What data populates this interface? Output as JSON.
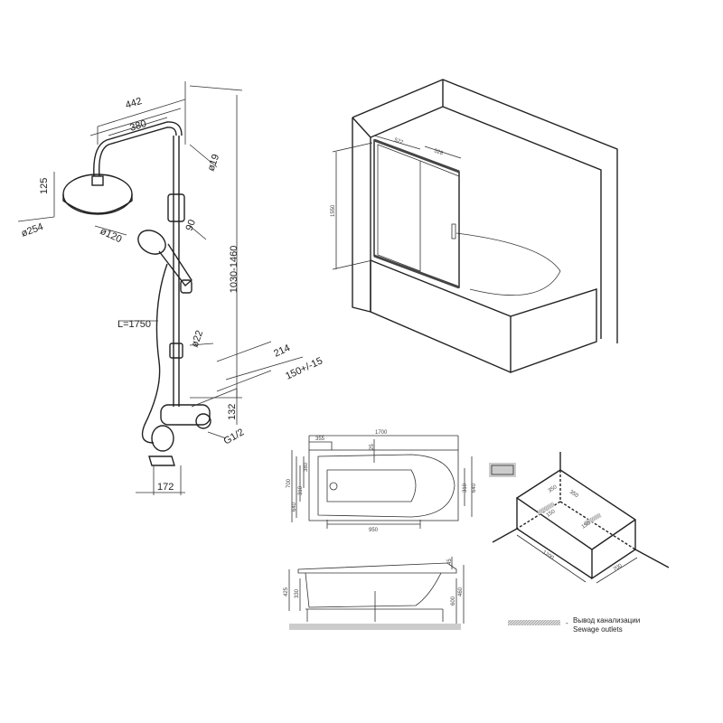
{
  "shower_system": {
    "dims": {
      "width_overall": "442",
      "arm_length": "380",
      "tube_diameter": "ø19",
      "head_height": "125",
      "head_diameter": "ø254",
      "hand_diameter": "ø120",
      "holder": "90",
      "height_range": "1030-1460",
      "hose_length": "L=1750",
      "rail_diameter": "ø22",
      "depth": "214",
      "centers": "150+/-15",
      "mixer_height": "132",
      "thread": "G1/2",
      "spout": "172"
    }
  },
  "bath_screen": {
    "dims": {
      "panel_fixed": "522",
      "panel_sliding": "528",
      "height": "1550"
    }
  },
  "bath_top_view": {
    "dims": {
      "length": "1700",
      "offset": "355",
      "rim": "25",
      "width": "700",
      "inner_width_left": "640",
      "left_a": "380",
      "left_b": "310",
      "right_a": "310",
      "right_b": "640",
      "bottom_length": "950"
    }
  },
  "bath_side_view": {
    "dims": {
      "height_total": "425",
      "inner_depth": "330",
      "leg_height": "600",
      "overall": "460",
      "rim_step": "45"
    }
  },
  "installation_box": {
    "dims": {
      "length": "1700",
      "width": "700",
      "outlet_a": "350",
      "outlet_b": "350",
      "outlet_c": "150",
      "outlet_d": "150"
    }
  },
  "legend": {
    "label_ru": "Вывод канализации",
    "label_en": "Sewage outlets",
    "separator": "-"
  }
}
